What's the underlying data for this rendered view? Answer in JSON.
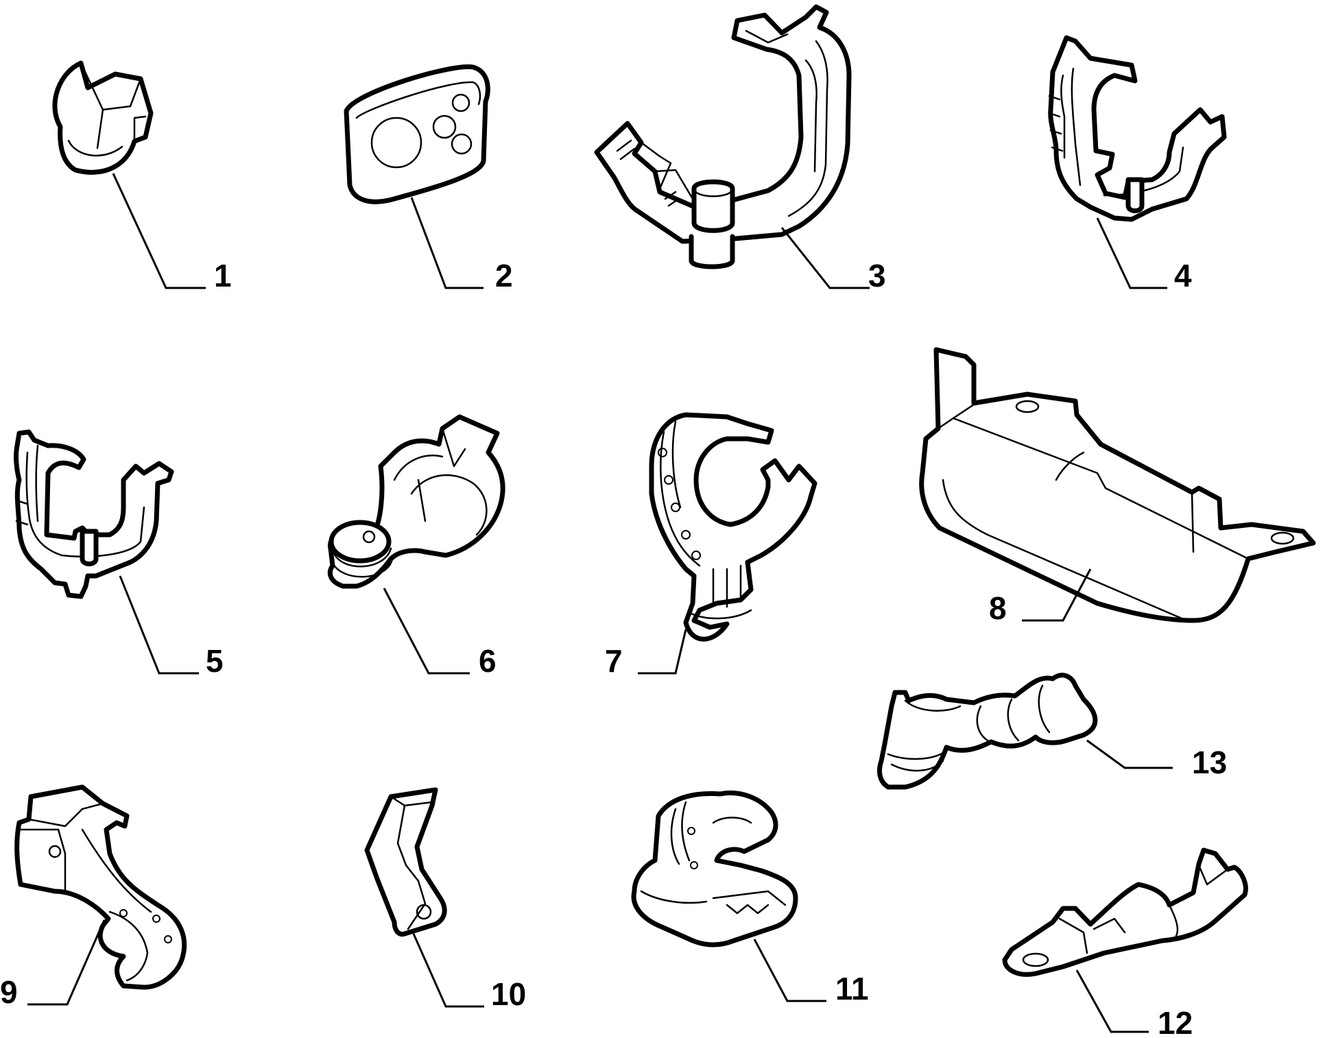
{
  "diagram": {
    "parts": [
      {
        "id": "part-1",
        "label": "1",
        "icon": "cable-clip-icon"
      },
      {
        "id": "part-2",
        "label": "2",
        "icon": "grommet-icon"
      },
      {
        "id": "part-3",
        "label": "3",
        "icon": "bracket-clamp-icon"
      },
      {
        "id": "part-4",
        "label": "4",
        "icon": "cable-clamp-icon"
      },
      {
        "id": "part-5",
        "label": "5",
        "icon": "cable-clamp-icon"
      },
      {
        "id": "part-6",
        "label": "6",
        "icon": "clip-with-grommet-icon"
      },
      {
        "id": "part-7",
        "label": "7",
        "icon": "push-clip-clamp-icon"
      },
      {
        "id": "part-8",
        "label": "8",
        "icon": "cable-tray-icon"
      },
      {
        "id": "part-9",
        "label": "9",
        "icon": "bracket-clip-icon"
      },
      {
        "id": "part-10",
        "label": "10",
        "icon": "bent-bracket-icon"
      },
      {
        "id": "part-11",
        "label": "11",
        "icon": "cable-clip-icon"
      },
      {
        "id": "part-12",
        "label": "12",
        "icon": "strap-bracket-icon"
      },
      {
        "id": "part-13",
        "label": "13",
        "icon": "clip-with-boot-icon"
      }
    ]
  }
}
